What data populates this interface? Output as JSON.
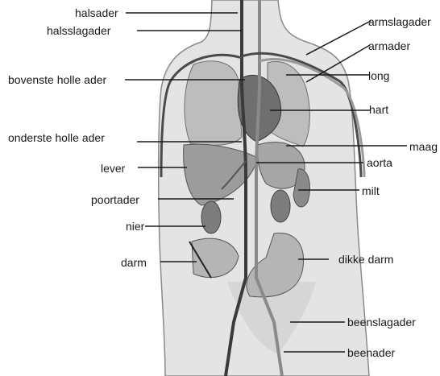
{
  "labels": {
    "halsader": "halsader",
    "halsslagader": "halsslagader",
    "bovenste_holle_ader": "bovenste holle ader",
    "onderste_holle_ader": "onderste holle ader",
    "lever": "lever",
    "poortader": "poortader",
    "nier": "nier",
    "darm": "darm",
    "armslagader": "armslagader",
    "armader": "armader",
    "long": "long",
    "hart": "hart",
    "maag": "maag",
    "aorta": "aorta",
    "milt": "milt",
    "dikke_darm": "dikke darm",
    "beenslagader": "beenslagader",
    "beenader": "beenader"
  }
}
